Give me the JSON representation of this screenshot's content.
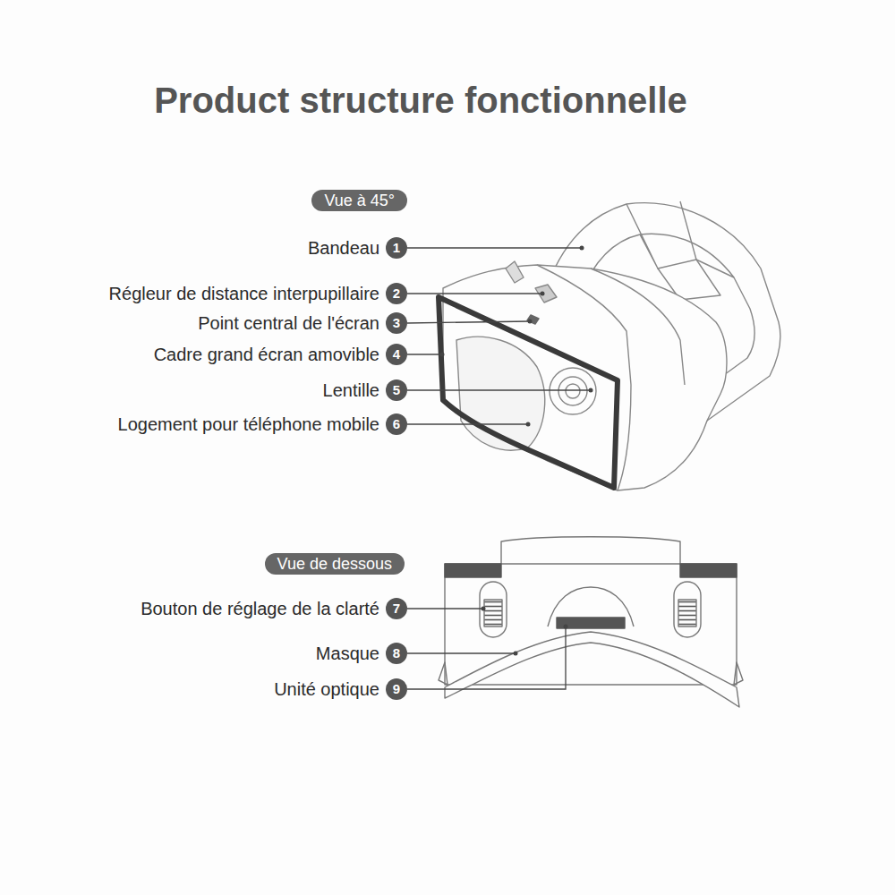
{
  "diagram": {
    "title": "Product structure fonctionnelle",
    "nodes": [
      {
        "text": [
          "Vue à 45°"
        ]
      },
      {
        "text": [
          "Vue de dessous"
        ]
      }
    ],
    "labels": [
      "Bandeau",
      "1",
      "Régleur de distance interpupillaire",
      "2",
      "Point central de l'écran",
      "3",
      "Cadre grand écran amovible",
      "4",
      "Lentille",
      "5",
      "Logement pour téléphone mobile",
      "6",
      "Bouton de réglage de la clarté",
      "7",
      "Masque",
      "8",
      "Unité optique",
      "9"
    ]
  }
}
